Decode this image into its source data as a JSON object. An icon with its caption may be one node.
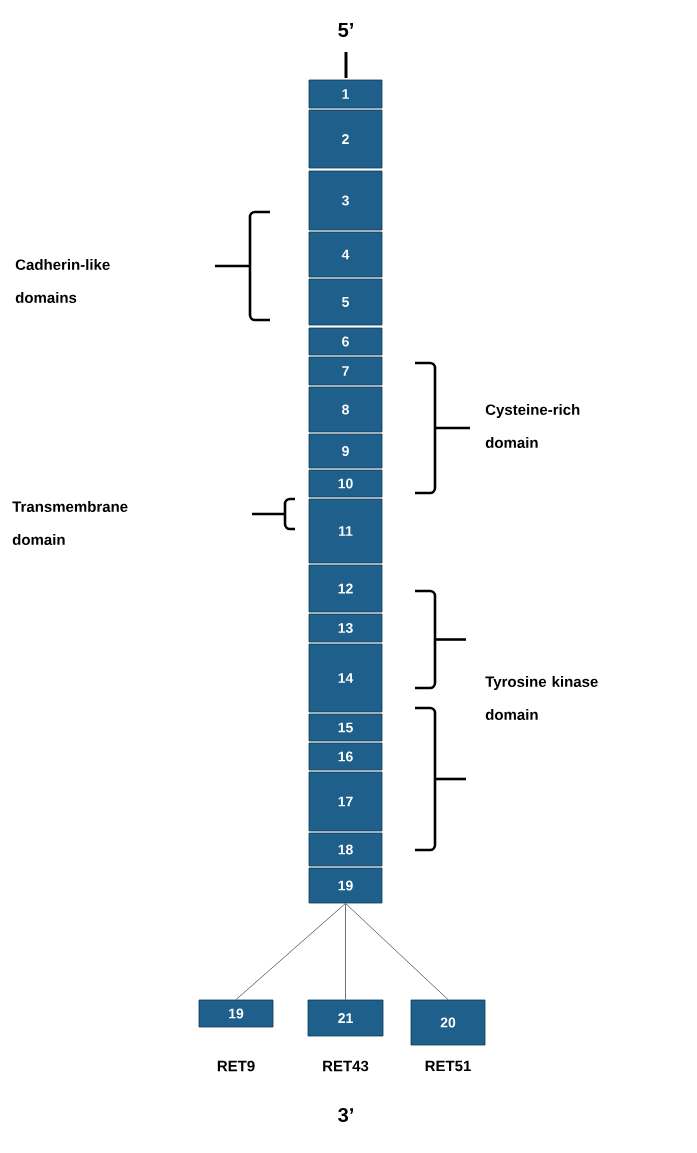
{
  "diagram": {
    "nodes": [
      {
        "text": [
          "1"
        ]
      },
      {
        "text": [
          "2"
        ]
      },
      {
        "text": [
          "3"
        ]
      },
      {
        "text": [
          "4"
        ]
      },
      {
        "text": [
          "5"
        ]
      },
      {
        "text": [
          "6"
        ]
      },
      {
        "text": [
          "7"
        ]
      },
      {
        "text": [
          "8"
        ]
      },
      {
        "text": [
          "9"
        ]
      },
      {
        "text": [
          "10"
        ]
      },
      {
        "text": [
          "11"
        ]
      },
      {
        "text": [
          "12"
        ]
      },
      {
        "text": [
          "13"
        ]
      },
      {
        "text": [
          "14"
        ]
      },
      {
        "text": [
          "15"
        ]
      },
      {
        "text": [
          "16"
        ]
      },
      {
        "text": [
          "17"
        ]
      },
      {
        "text": [
          "18"
        ]
      },
      {
        "text": [
          "19"
        ]
      },
      {
        "text": [
          "19"
        ],
        "beside": [
          "RET9"
        ]
      },
      {
        "text": [
          "21"
        ],
        "beside": [
          "RET43"
        ]
      },
      {
        "text": [
          "20"
        ],
        "beside": [
          "RET51"
        ]
      }
    ],
    "edges": [
      {
        "from": 18,
        "to": 19,
        "arrow": "none"
      },
      {
        "from": 18,
        "to": 20,
        "arrow": "none"
      },
      {
        "from": 18,
        "to": 21,
        "arrow": "none"
      }
    ],
    "labels": [
      "5’",
      "Cadherin-like domains",
      "Cysteine-rich domain",
      "Transmembrane domain",
      "Tyrosine kinase domain",
      "3’"
    ]
  }
}
